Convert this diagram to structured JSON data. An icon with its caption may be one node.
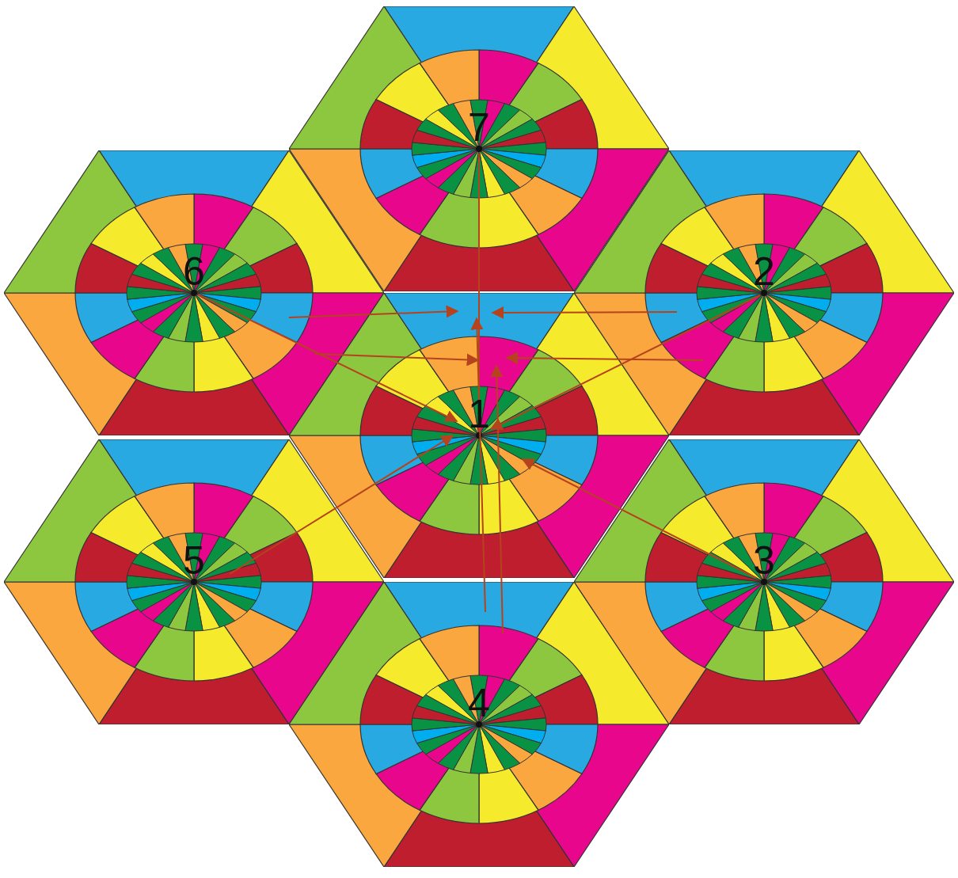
{
  "diagram": {
    "nodes": [
      {
        "text": [
          "7"
        ]
      },
      {
        "text": [
          "6"
        ]
      },
      {
        "text": [
          "2"
        ]
      },
      {
        "text": [
          "1"
        ]
      },
      {
        "text": [
          "5"
        ]
      },
      {
        "text": [
          "3"
        ]
      },
      {
        "text": [
          "4"
        ]
      }
    ],
    "edges": [
      {
        "from": 1,
        "to": 3,
        "arrow": "to"
      },
      {
        "from": 2,
        "to": 3,
        "arrow": "to"
      },
      {
        "from": 6,
        "to": 3,
        "arrow": "to"
      },
      {
        "from": 1,
        "to": 3,
        "arrow": "to"
      },
      {
        "from": 2,
        "to": 3,
        "arrow": "to"
      },
      {
        "from": 6,
        "to": 3,
        "arrow": "to"
      },
      {
        "from": 1,
        "to": 3,
        "arrow": "to"
      },
      {
        "from": 2,
        "to": 3,
        "arrow": "to"
      },
      {
        "from": 4,
        "to": 3,
        "arrow": "to"
      },
      {
        "from": 5,
        "to": 3,
        "arrow": "to"
      },
      {
        "from": 0,
        "to": 3,
        "arrow": "none"
      }
    ]
  }
}
